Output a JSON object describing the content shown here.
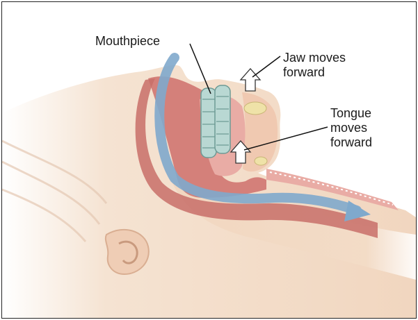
{
  "labels": {
    "mouthpiece": "Mouthpiece",
    "jaw": "Jaw moves\nforward",
    "tongue": "Tongue\nmoves\nforward"
  },
  "colors": {
    "skin": "#f3dcc7",
    "skin_shadow": "#e8c6ab",
    "cavity": "#d4807a",
    "tissue": "#e9aca5",
    "airflow": "#7fa9cc",
    "mouthpiece": "#b9d8d3",
    "bone": "#efe2a8"
  }
}
